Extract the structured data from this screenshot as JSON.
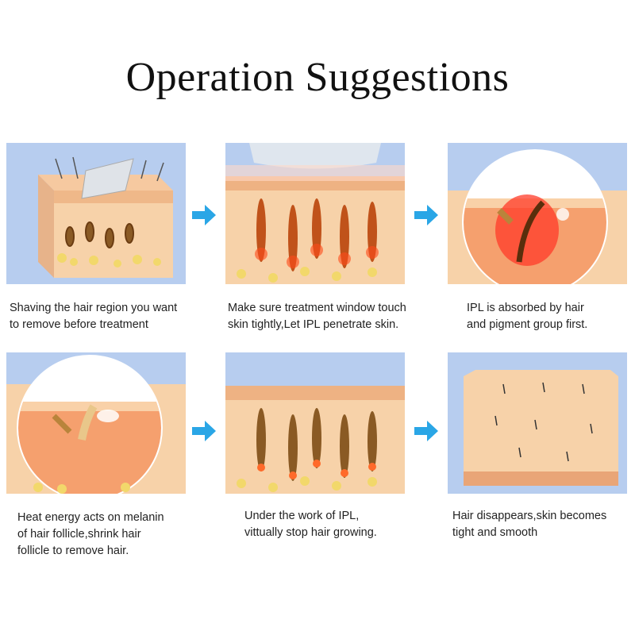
{
  "title": "Operation Suggestions",
  "colors": {
    "sky": "#b7cdef",
    "skin": "#f7d2a9",
    "skin_dark": "#e9a577",
    "fat": "#f2d86b",
    "hair": "#7a4a16",
    "glow": "#ff4a1a",
    "arrow": "#2aa6e6"
  },
  "steps": [
    {
      "caption_lines": [
        "Shaving the hair region you want",
        "to remove before treatment"
      ]
    },
    {
      "caption_lines": [
        "Make sure treatment window touch",
        "skin tightly,Let IPL penetrate skin."
      ]
    },
    {
      "caption_lines": [
        "IPL is absorbed by hair",
        "and pigment group first."
      ]
    },
    {
      "caption_lines": [
        "Heat energy acts on melanin",
        "of hair follicle,shrink hair",
        "follicle to remove hair."
      ]
    },
    {
      "caption_lines": [
        "Under the work of IPL,",
        "vittually stop hair growing."
      ]
    },
    {
      "caption_lines": [
        "Hair disappears,skin becomes",
        "tight and smooth"
      ]
    }
  ],
  "arrow_icon": "right-arrow-icon"
}
